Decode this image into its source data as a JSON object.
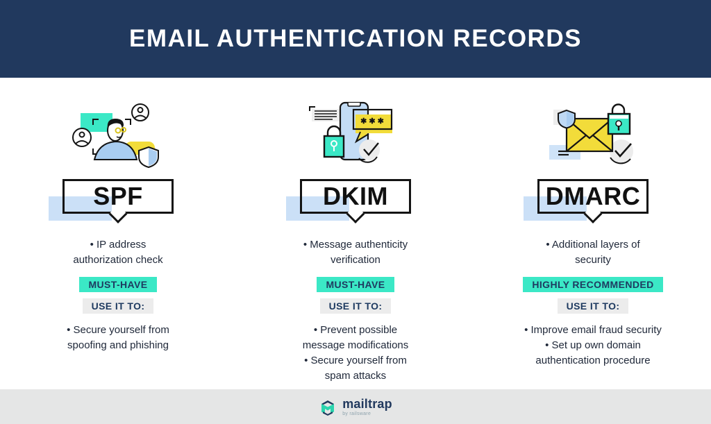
{
  "header": {
    "title": "EMAIL AUTHENTICATION RECORDS"
  },
  "columns": [
    {
      "id": "spf",
      "label": "SPF",
      "top_points": "• IP address\nauthorization check",
      "badge": "MUST-HAVE",
      "use_label": "USE IT TO:",
      "bottom_points": "• Secure yourself from\nspoofing and phishing",
      "illustration": "person-identity-verification"
    },
    {
      "id": "dkim",
      "label": "DKIM",
      "top_points": "• Message authenticity\nverification",
      "badge": "MUST-HAVE",
      "use_label": "USE IT TO:",
      "bottom_points": "• Prevent possible\nmessage modifications\n• Secure yourself from\nspam attacks",
      "illustration": "phone-password-lock",
      "password_glyphs": "✱ ✱ ✱"
    },
    {
      "id": "dmarc",
      "label": "DMARC",
      "top_points": "• Additional layers of\nsecurity",
      "badge": "HIGHLY RECOMMENDED",
      "use_label": "USE IT TO:",
      "bottom_points": "• Improve email fraud security\n• Set up own domain\nauthentication procedure",
      "illustration": "envelope-shield-lock"
    }
  ],
  "footer": {
    "brand": "mailtrap",
    "byline": "by railsware"
  },
  "colors": {
    "header_navy": "#21395e",
    "badge_teal": "#3be8c6",
    "badge_gray": "#ececec",
    "highlight_blue": "#cbe0f7",
    "illustration_blue": "#a9cdf1",
    "illustration_yellow": "#f2dc3a",
    "text_navy": "#1e3a60",
    "footer_gray": "#e5e6e6"
  }
}
